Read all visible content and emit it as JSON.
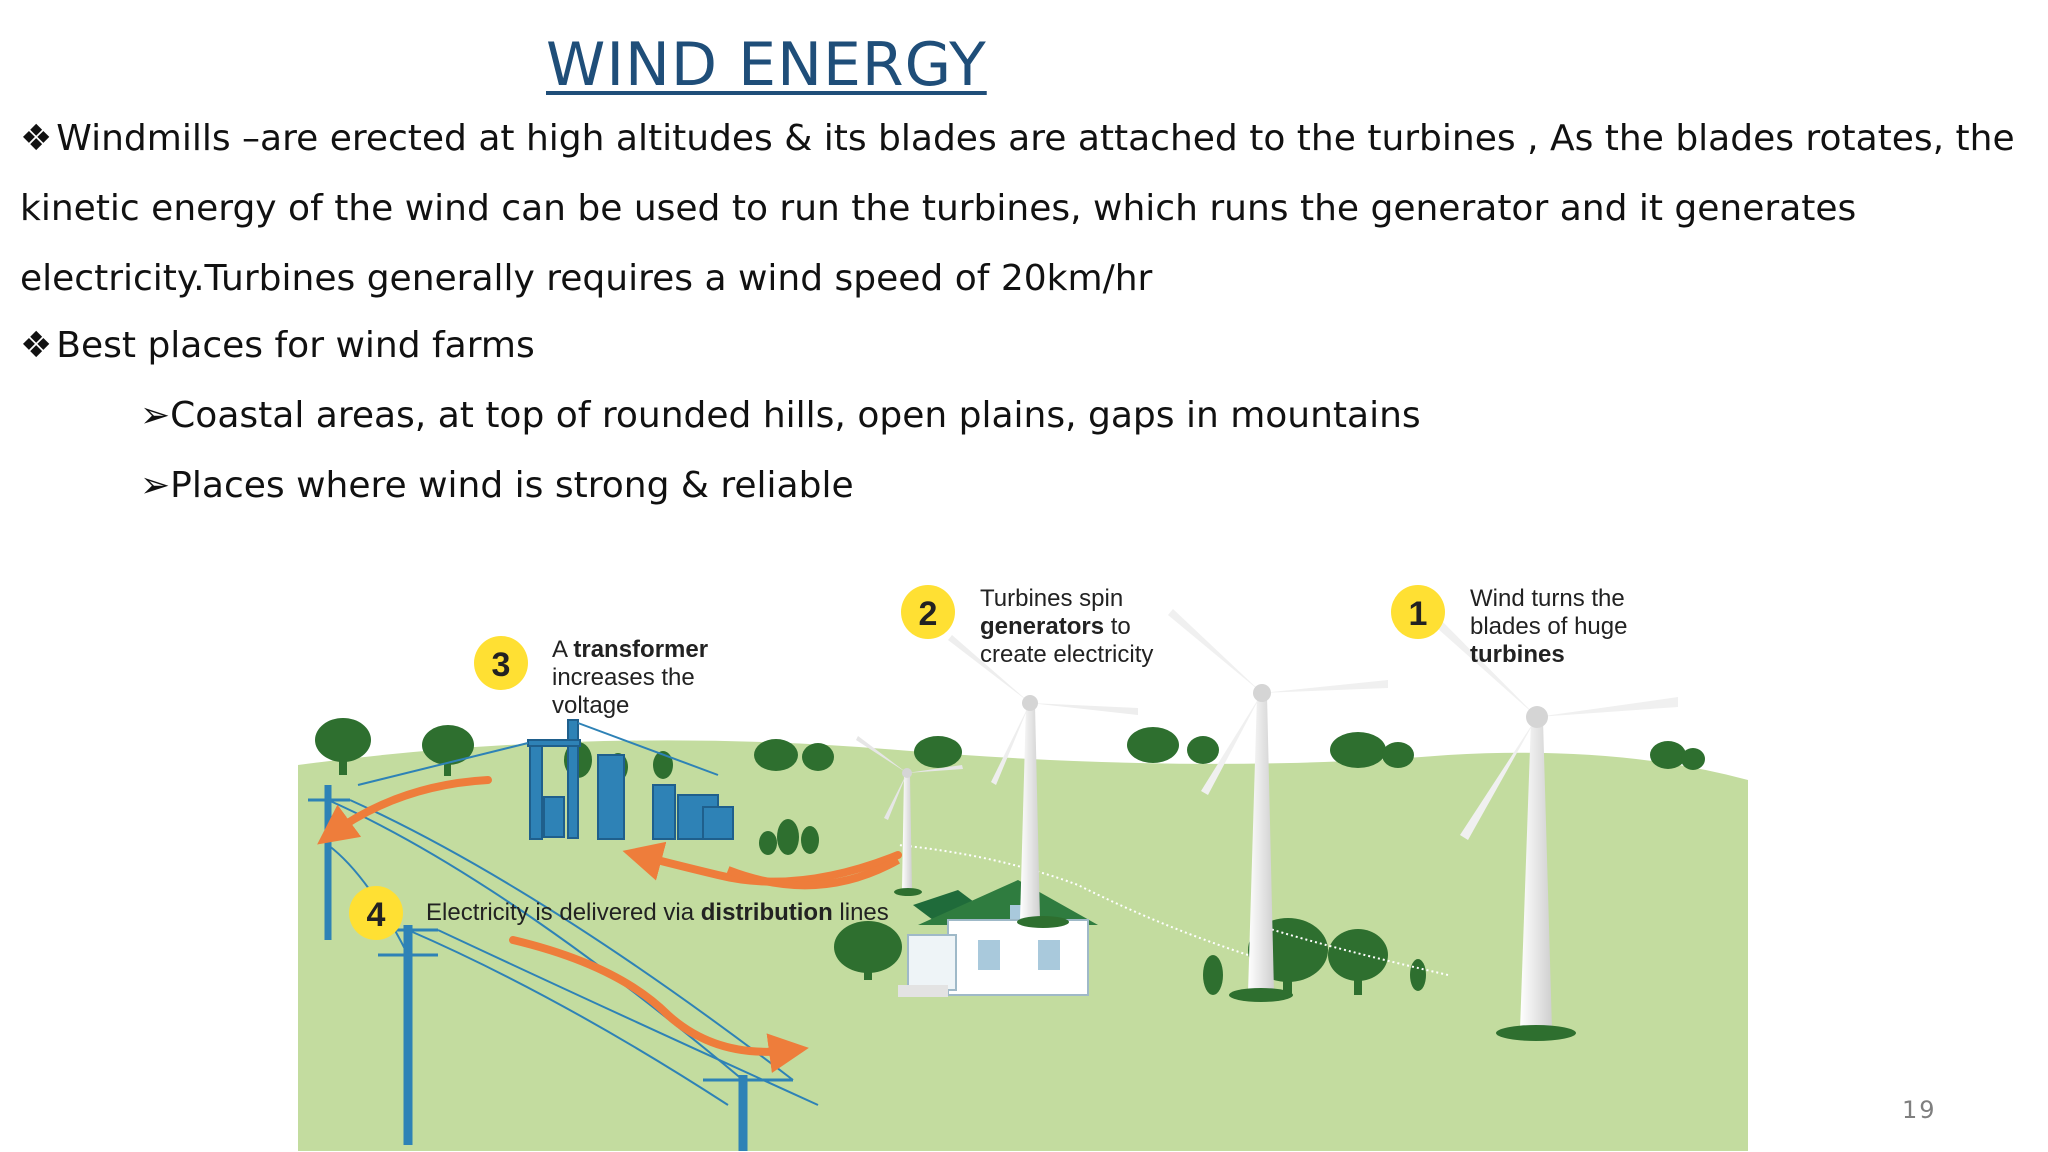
{
  "slide": {
    "title": "WIND ENERGY",
    "bullet_symbol": "❖",
    "sub_bullet_symbol": "➢",
    "paragraph1": "Windmills –are erected at high altitudes & its blades are attached to the  turbines , As the blades rotates, the kinetic energy of the wind can be used to  run the turbines, which runs the generator and it generates electricity.Turbines generally requires a wind speed of 20km/hr",
    "bullet2": "Best places for wind farms",
    "sub_bullets": [
      "Coastal areas, at top of rounded hills, open plains, gaps in mountains",
      "Places where wind is strong & reliable"
    ],
    "page_number": "19"
  },
  "diagram": {
    "steps": [
      {
        "number": "1",
        "lines": [
          {
            "plain": "Wind turns the"
          },
          {
            "plain": "blades of huge"
          },
          {
            "bold": "turbines"
          }
        ]
      },
      {
        "number": "2",
        "lines": [
          {
            "plain": "Turbines spin"
          },
          {
            "bold": "generators",
            "plain": " to"
          },
          {
            "plain": "create electricity"
          }
        ]
      },
      {
        "number": "3",
        "lines": [
          {
            "plain": "A ",
            "bold": "transformer"
          },
          {
            "plain": "increases the"
          },
          {
            "plain": "voltage"
          }
        ]
      },
      {
        "number": "4",
        "lines": [
          {
            "plain": "Electricity is delivered via ",
            "bold": "distribution",
            "plain_after": " lines"
          }
        ]
      }
    ],
    "colors": {
      "ground": "#c3dc9f",
      "tree": "#2e6f2f",
      "badge": "#ffe033",
      "arrow": "#ee7d3b",
      "pylon": "#2e82b6",
      "turbine": "#f2f2f2"
    }
  }
}
